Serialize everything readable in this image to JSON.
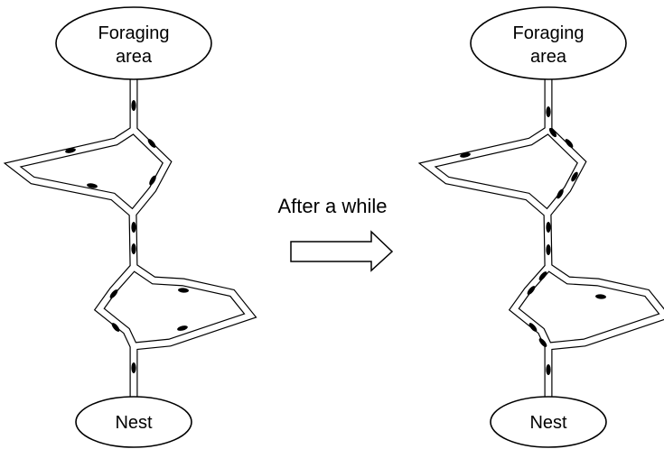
{
  "left_panel": {
    "top_node": {
      "line1": "Foraging",
      "line2": "area"
    },
    "bottom_node": {
      "label": "Nest"
    }
  },
  "right_panel": {
    "top_node": {
      "line1": "Foraging",
      "line2": "area"
    },
    "bottom_node": {
      "label": "Nest"
    }
  },
  "transition": {
    "label": "After a while"
  },
  "colors": {
    "ink": "#000000",
    "background": "#ffffff"
  },
  "icons": {
    "ant": "ant-icon",
    "arrow": "right-arrow-icon"
  }
}
